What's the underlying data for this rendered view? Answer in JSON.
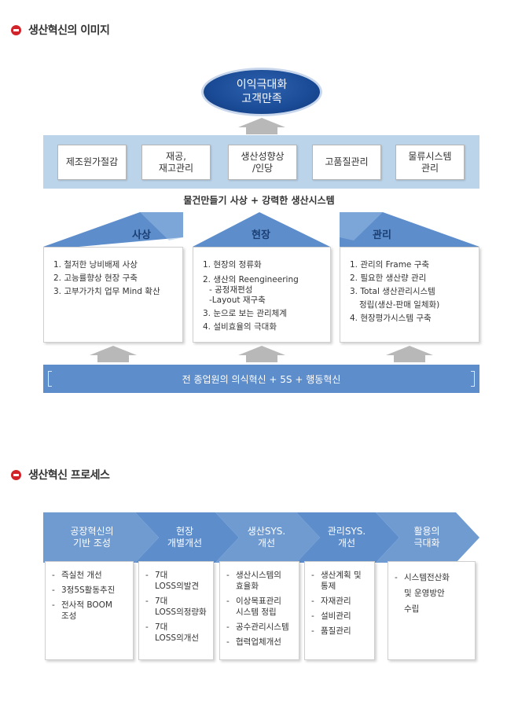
{
  "section1": {
    "title": "생산혁신의 이미지"
  },
  "goal": {
    "line1": "이익극대화",
    "line2": "고객만족"
  },
  "band": {
    "items": [
      {
        "line1": "제조원가절감",
        "line2": ""
      },
      {
        "line1": "재공,",
        "line2": "재고관리"
      },
      {
        "line1": "생산성향상",
        "line2": "/인당"
      },
      {
        "line1": "고품질관리",
        "line2": ""
      },
      {
        "line1": "물류시스템",
        "line2": "관리"
      }
    ]
  },
  "middle_text": "물건만들기 사상 + 강력한 생산시스템",
  "pillars": [
    {
      "label": "사상",
      "lines": [
        "1. 철저한 낭비배제 사상",
        "2. 고능률향상 현장 구축",
        "3. 고부가가치 업무 Mind 확산"
      ]
    },
    {
      "label": "현장",
      "lines": [
        "1. 현장의 정류화",
        "2. 생산의 Reengineering",
        "  - 공정재편성",
        " -Layout 재구축",
        "3. 눈으로 보는 관리체계",
        "4. 설비효율의 극대화"
      ]
    },
    {
      "label": "관리",
      "lines": [
        "1. 관리의 Frame 구축",
        "2. 필요한 생산량 관리",
        "3. Total 생산관리시스템",
        "   정립(생산-판매 일체화)",
        "4. 현장평가시스템 구축"
      ]
    }
  ],
  "bottom_bar": "전 종업원의 의식혁신 + 5S + 행동혁신",
  "section2": {
    "title": "생산혁신 프로세스"
  },
  "process": [
    {
      "line1": "공장혁신의",
      "line2": "기반 조성",
      "items": [
        [
          "즉실천 개선"
        ],
        [
          "3정5S활동추진"
        ],
        [
          "전사적 BOOM",
          "조성"
        ]
      ]
    },
    {
      "line1": "현장",
      "line2": "개별개선",
      "items": [
        [
          "7대",
          "LOSS의발견"
        ],
        [
          "7대",
          "LOSS의정량화"
        ],
        [
          "7대",
          "LOSS의개선"
        ]
      ]
    },
    {
      "line1": "생산SYS.",
      "line2": "개선",
      "items": [
        [
          "생산시스템의",
          "효율화"
        ],
        [
          "이상목표관리",
          "시스템 정립"
        ],
        [
          "공수관리시스템"
        ],
        [
          "협력업체개선"
        ]
      ]
    },
    {
      "line1": "관리SYS.",
      "line2": "개선",
      "items": [
        [
          "생산계획 및",
          "통제"
        ],
        [
          "자재관리"
        ],
        [
          "설비관리"
        ],
        [
          "품질관리"
        ]
      ]
    },
    {
      "line1": "활용의",
      "line2": "극대화",
      "items": [
        [
          "시스템전산화",
          "및 운영방안",
          "수립"
        ]
      ]
    }
  ],
  "colors": {
    "navy": "#1a4b96",
    "band": "#bcd4ea",
    "pillar_roof": "#5d8dcb",
    "chevron": "#5d8dcb",
    "bullet": "#d2232a"
  }
}
